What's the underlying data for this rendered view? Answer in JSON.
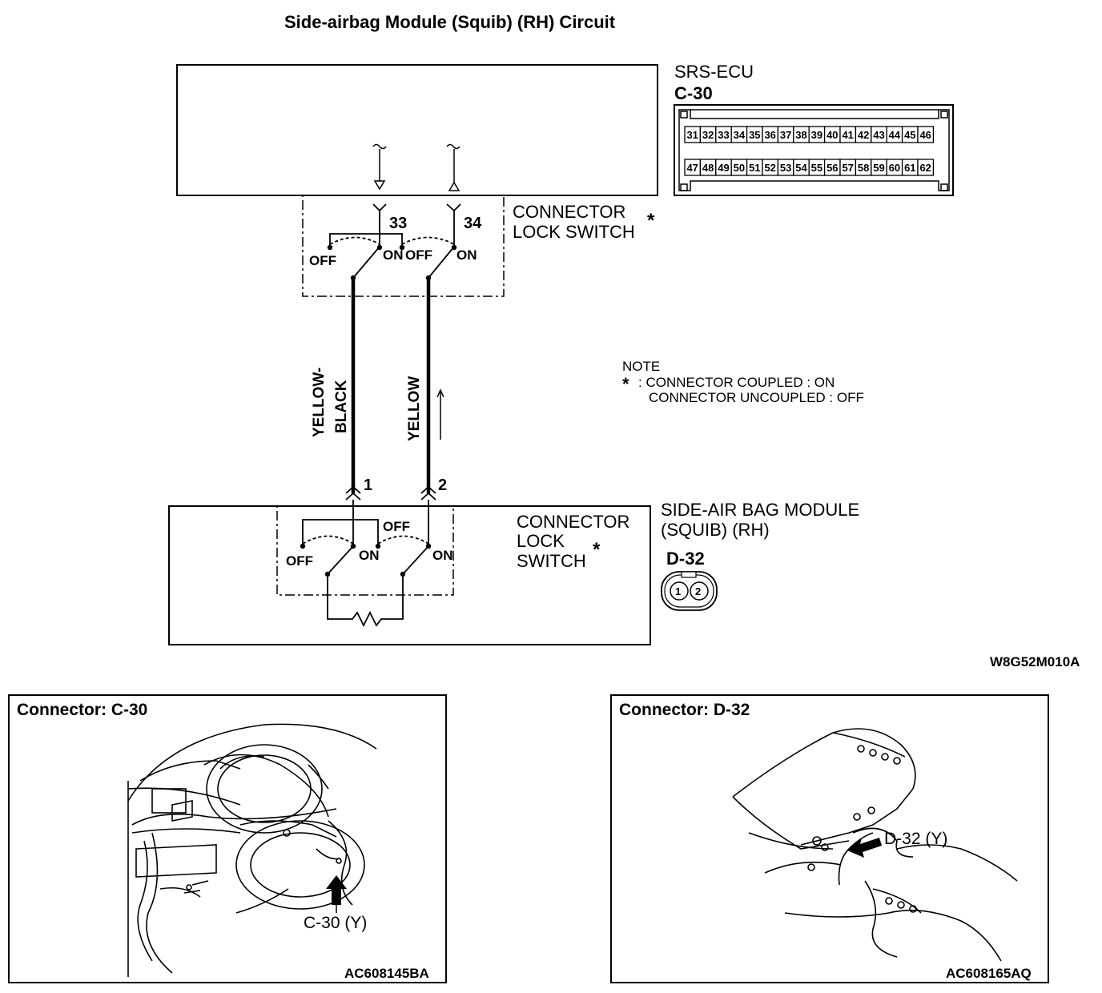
{
  "title": "Side-airbag Module (Squib) (RH) Circuit",
  "ecu": {
    "name": "SRS-ECU",
    "connector_id": "C-30",
    "pins_top": [
      "31",
      "32",
      "33",
      "34",
      "35",
      "36",
      "37",
      "38",
      "39",
      "40",
      "41",
      "42",
      "43",
      "44",
      "45",
      "46"
    ],
    "pins_bottom": [
      "47",
      "48",
      "49",
      "50",
      "51",
      "52",
      "53",
      "54",
      "55",
      "56",
      "57",
      "58",
      "59",
      "60",
      "61",
      "62"
    ]
  },
  "upper_switch": {
    "label_line1": "CONNECTOR",
    "label_line2": "LOCK SWITCH",
    "asterisk": "*",
    "pin_a": "33",
    "pin_b": "34",
    "off": "OFF",
    "on": "ON"
  },
  "wires": {
    "left_line1": "YELLOW-",
    "left_line2": "BLACK",
    "right": "YELLOW"
  },
  "note": {
    "heading": "NOTE",
    "asterisk": "*",
    "line1": ": CONNECTOR COUPLED : ON",
    "line2": "CONNECTOR UNCOUPLED : OFF"
  },
  "module": {
    "name_line1": "SIDE-AIR BAG MODULE",
    "name_line2": "(SQUIB) (RH)",
    "connector_id": "D-32",
    "pin_1": "1",
    "pin_2": "2",
    "switch_line1": "CONNECTOR",
    "switch_line2": "LOCK",
    "switch_line3": "SWITCH",
    "asterisk": "*",
    "off": "OFF",
    "on": "ON"
  },
  "diagram_code": "W8G52M010A",
  "panel_left": {
    "title": "Connector: C-30",
    "callout": "C-30 (Y)",
    "code": "AC608145BA"
  },
  "panel_right": {
    "title": "Connector: D-32",
    "callout": "D-32 (Y)",
    "code": "AC608165AQ"
  }
}
